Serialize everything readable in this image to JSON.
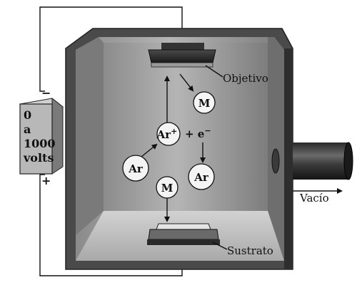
{
  "labels": {
    "target": "Objetivo",
    "substrate": "Sustrato",
    "vacuum": "Vacío",
    "power_line1": "0",
    "power_line2": "a",
    "power_line3": "1000",
    "power_line4": "volts",
    "minus": "−",
    "plus": "+"
  },
  "particles": {
    "m_top": "M",
    "ar_ion": "Ar",
    "ar_ion_sup": "+",
    "electron_prefix": "+ e",
    "electron_sup": "−",
    "ar_left": "Ar",
    "ar_right": "Ar",
    "m_bottom": "M"
  },
  "colors": {
    "chamber_inner": "#9e9e9e",
    "chamber_wall": "#6f6f6f",
    "chamber_frame": "#3a3a3a",
    "floor": "#c8c8c8",
    "circle_fill": "#f4f4f4",
    "power_box": "#b8b8b8"
  }
}
